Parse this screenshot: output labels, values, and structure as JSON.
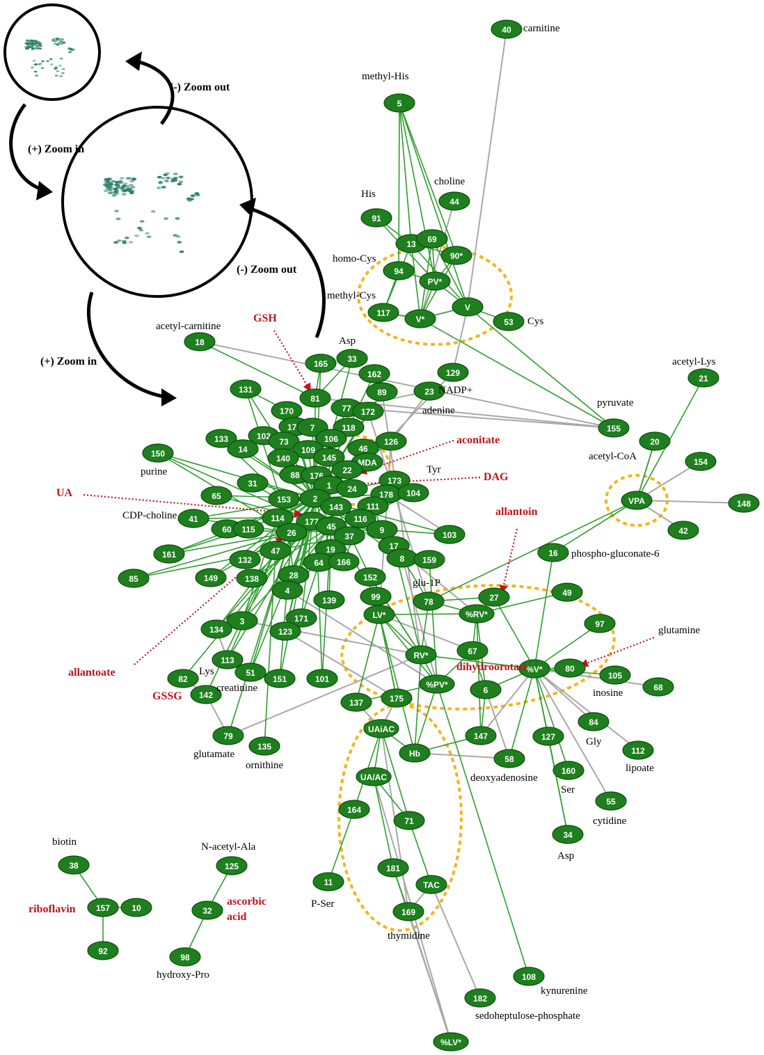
{
  "colors": {
    "node_fill": "#1f7f1f",
    "edge_positive": "#2e9c2e",
    "edge_negative": "#a8a8a8",
    "group_ring": "#f5b41a",
    "highlight_text": "#c0141c"
  },
  "zoom_controls": {
    "zoom_out_label": "(-) Zoom out",
    "zoom_in_label": "(+) Zoom in"
  },
  "nodes": [
    {
      "id": "40",
      "label": "40"
    },
    {
      "id": "5",
      "label": "5"
    },
    {
      "id": "44",
      "label": "44"
    },
    {
      "id": "91",
      "label": "91"
    },
    {
      "id": "13",
      "label": "13"
    },
    {
      "id": "69",
      "label": "69"
    },
    {
      "id": "90*",
      "label": "90*"
    },
    {
      "id": "94",
      "label": "94"
    },
    {
      "id": "PV*",
      "label": "PV*"
    },
    {
      "id": "117",
      "label": "117"
    },
    {
      "id": "V*",
      "label": "V*"
    },
    {
      "id": "V",
      "label": "V"
    },
    {
      "id": "53",
      "label": "53"
    },
    {
      "id": "129",
      "label": "129"
    },
    {
      "id": "23",
      "label": "23"
    },
    {
      "id": "155",
      "label": "155"
    },
    {
      "id": "21",
      "label": "21"
    },
    {
      "id": "20",
      "label": "20"
    },
    {
      "id": "154",
      "label": "154"
    },
    {
      "id": "VPA",
      "label": "VPA"
    },
    {
      "id": "148",
      "label": "148"
    },
    {
      "id": "42",
      "label": "42"
    },
    {
      "id": "18",
      "label": "18"
    },
    {
      "id": "165",
      "label": "165"
    },
    {
      "id": "33",
      "label": "33"
    },
    {
      "id": "162",
      "label": "162"
    },
    {
      "id": "81",
      "label": "81"
    },
    {
      "id": "89",
      "label": "89"
    },
    {
      "id": "131",
      "label": "131"
    },
    {
      "id": "170",
      "label": "170"
    },
    {
      "id": "77",
      "label": "77"
    },
    {
      "id": "172",
      "label": "172"
    },
    {
      "id": "179",
      "label": "179"
    },
    {
      "id": "7",
      "label": "7"
    },
    {
      "id": "118",
      "label": "118"
    },
    {
      "id": "133",
      "label": "133"
    },
    {
      "id": "102",
      "label": "102"
    },
    {
      "id": "73",
      "label": "73"
    },
    {
      "id": "106",
      "label": "106"
    },
    {
      "id": "126",
      "label": "126"
    },
    {
      "id": "14",
      "label": "14"
    },
    {
      "id": "109",
      "label": "109"
    },
    {
      "id": "145",
      "label": "145"
    },
    {
      "id": "46",
      "label": "46"
    },
    {
      "id": "MDA",
      "label": "MDA"
    },
    {
      "id": "150",
      "label": "150"
    },
    {
      "id": "140",
      "label": "140"
    },
    {
      "id": "22",
      "label": "22"
    },
    {
      "id": "88",
      "label": "88"
    },
    {
      "id": "176",
      "label": "176"
    },
    {
      "id": "1",
      "label": "1"
    },
    {
      "id": "173",
      "label": "173"
    },
    {
      "id": "31",
      "label": "31"
    },
    {
      "id": "24",
      "label": "24"
    },
    {
      "id": "65",
      "label": "65"
    },
    {
      "id": "153",
      "label": "153"
    },
    {
      "id": "2",
      "label": "2"
    },
    {
      "id": "143",
      "label": "143"
    },
    {
      "id": "178",
      "label": "178"
    },
    {
      "id": "104",
      "label": "104"
    },
    {
      "id": "111",
      "label": "111"
    },
    {
      "id": "41",
      "label": "41"
    },
    {
      "id": "114",
      "label": "114"
    },
    {
      "id": "177",
      "label": "177"
    },
    {
      "id": "45",
      "label": "45"
    },
    {
      "id": "116",
      "label": "116"
    },
    {
      "id": "60",
      "label": "60"
    },
    {
      "id": "115",
      "label": "115"
    },
    {
      "id": "26",
      "label": "26"
    },
    {
      "id": "37",
      "label": "37"
    },
    {
      "id": "9",
      "label": "9"
    },
    {
      "id": "103",
      "label": "103"
    },
    {
      "id": "161",
      "label": "161"
    },
    {
      "id": "47",
      "label": "47"
    },
    {
      "id": "19",
      "label": "19"
    },
    {
      "id": "17",
      "label": "17"
    },
    {
      "id": "132",
      "label": "132"
    },
    {
      "id": "64",
      "label": "64"
    },
    {
      "id": "166",
      "label": "166"
    },
    {
      "id": "8",
      "label": "8"
    },
    {
      "id": "159",
      "label": "159"
    },
    {
      "id": "85",
      "label": "85"
    },
    {
      "id": "149",
      "label": "149"
    },
    {
      "id": "138",
      "label": "138"
    },
    {
      "id": "28",
      "label": "28"
    },
    {
      "id": "152",
      "label": "152"
    },
    {
      "id": "16",
      "label": "16"
    },
    {
      "id": "4",
      "label": "4"
    },
    {
      "id": "99",
      "label": "99"
    },
    {
      "id": "139",
      "label": "139"
    },
    {
      "id": "78",
      "label": "78"
    },
    {
      "id": "27",
      "label": "27"
    },
    {
      "id": "49",
      "label": "49"
    },
    {
      "id": "%RV*",
      "label": "%RV*"
    },
    {
      "id": "LV*",
      "label": "LV*"
    },
    {
      "id": "3",
      "label": "3"
    },
    {
      "id": "171",
      "label": "171"
    },
    {
      "id": "134",
      "label": "134"
    },
    {
      "id": "123",
      "label": "123"
    },
    {
      "id": "97",
      "label": "97"
    },
    {
      "id": "67",
      "label": "67"
    },
    {
      "id": "RV*",
      "label": "RV*"
    },
    {
      "id": "113",
      "label": "113"
    },
    {
      "id": "%V*",
      "label": "%V*"
    },
    {
      "id": "80",
      "label": "80"
    },
    {
      "id": "51",
      "label": "51"
    },
    {
      "id": "151",
      "label": "151"
    },
    {
      "id": "101",
      "label": "101"
    },
    {
      "id": "%PV*",
      "label": "%PV*"
    },
    {
      "id": "6",
      "label": "6"
    },
    {
      "id": "105",
      "label": "105"
    },
    {
      "id": "82",
      "label": "82"
    },
    {
      "id": "142",
      "label": "142"
    },
    {
      "id": "68",
      "label": "68"
    },
    {
      "id": "175",
      "label": "175"
    },
    {
      "id": "137",
      "label": "137"
    },
    {
      "id": "84",
      "label": "84"
    },
    {
      "id": "UAiAC",
      "label": "UAiAC"
    },
    {
      "id": "79",
      "label": "79"
    },
    {
      "id": "135",
      "label": "135"
    },
    {
      "id": "147",
      "label": "147"
    },
    {
      "id": "127",
      "label": "127"
    },
    {
      "id": "Hb",
      "label": "Hb"
    },
    {
      "id": "58",
      "label": "58"
    },
    {
      "id": "112",
      "label": "112"
    },
    {
      "id": "160",
      "label": "160"
    },
    {
      "id": "UA/AC",
      "label": "UA/AC"
    },
    {
      "id": "164",
      "label": "164"
    },
    {
      "id": "71",
      "label": "71"
    },
    {
      "id": "55",
      "label": "55"
    },
    {
      "id": "34",
      "label": "34"
    },
    {
      "id": "38",
      "label": "38"
    },
    {
      "id": "125",
      "label": "125"
    },
    {
      "id": "181",
      "label": "181"
    },
    {
      "id": "157",
      "label": "157"
    },
    {
      "id": "10",
      "label": "10"
    },
    {
      "id": "32",
      "label": "32"
    },
    {
      "id": "11",
      "label": "11"
    },
    {
      "id": "TAC",
      "label": "TAC"
    },
    {
      "id": "169",
      "label": "169"
    },
    {
      "id": "92",
      "label": "92"
    },
    {
      "id": "98",
      "label": "98"
    },
    {
      "id": "108",
      "label": "108"
    },
    {
      "id": "182",
      "label": "182"
    },
    {
      "id": "%LV*",
      "label": "%LV*"
    }
  ],
  "annotations": [
    {
      "text": "carnitine",
      "highlight": false
    },
    {
      "text": "methyl-His",
      "highlight": false
    },
    {
      "text": "choline",
      "highlight": false
    },
    {
      "text": "His",
      "highlight": false
    },
    {
      "text": "homo-Cys",
      "highlight": false
    },
    {
      "text": "methyl-Cys",
      "highlight": false
    },
    {
      "text": "Cys",
      "highlight": false
    },
    {
      "text": "NADP+",
      "highlight": false
    },
    {
      "text": "pyruvate",
      "highlight": false
    },
    {
      "text": "acetyl-Lys",
      "highlight": false
    },
    {
      "text": "acetyl-CoA",
      "highlight": false
    },
    {
      "text": "phospho-gluconate-6",
      "highlight": false
    },
    {
      "text": "acetyl-carnitine",
      "highlight": false
    },
    {
      "text": "Asp",
      "highlight": false
    },
    {
      "text": "adenine",
      "highlight": false
    },
    {
      "text": "Tyr",
      "highlight": false
    },
    {
      "text": "purine",
      "highlight": false
    },
    {
      "text": "CDP-choline",
      "highlight": false
    },
    {
      "text": "glu-1P",
      "highlight": false
    },
    {
      "text": "glutamine",
      "highlight": false
    },
    {
      "text": "Lys",
      "highlight": false
    },
    {
      "text": "creatinine",
      "highlight": false
    },
    {
      "text": "inosine",
      "highlight": false
    },
    {
      "text": "Gly",
      "highlight": false
    },
    {
      "text": "glutamate",
      "highlight": false
    },
    {
      "text": "ornithine",
      "highlight": false
    },
    {
      "text": "deoxyadenosine",
      "highlight": false
    },
    {
      "text": "lipoate",
      "highlight": false
    },
    {
      "text": "Ser",
      "highlight": false
    },
    {
      "text": "cytidine",
      "highlight": false
    },
    {
      "text": "Asp",
      "highlight": false
    },
    {
      "text": "biotin",
      "highlight": false
    },
    {
      "text": "N-acetyl-Ala",
      "highlight": false
    },
    {
      "text": "P-Ser",
      "highlight": false
    },
    {
      "text": "thymidine",
      "highlight": false
    },
    {
      "text": "hydroxy-Pro",
      "highlight": false
    },
    {
      "text": "kynurenine",
      "highlight": false
    },
    {
      "text": "sedoheptulose-phosphate",
      "highlight": false
    },
    {
      "text": "GSH",
      "highlight": true
    },
    {
      "text": "aconitate",
      "highlight": true
    },
    {
      "text": "DAG",
      "highlight": true
    },
    {
      "text": "UA",
      "highlight": true
    },
    {
      "text": "allantoin",
      "highlight": true
    },
    {
      "text": "allantoate",
      "highlight": true
    },
    {
      "text": "dihydroorotate",
      "highlight": true
    },
    {
      "text": "GSSG",
      "highlight": true
    },
    {
      "text": "riboflavin",
      "highlight": true
    },
    {
      "text": "ascorbic",
      "highlight": true
    },
    {
      "text": "acid",
      "highlight": true
    }
  ]
}
